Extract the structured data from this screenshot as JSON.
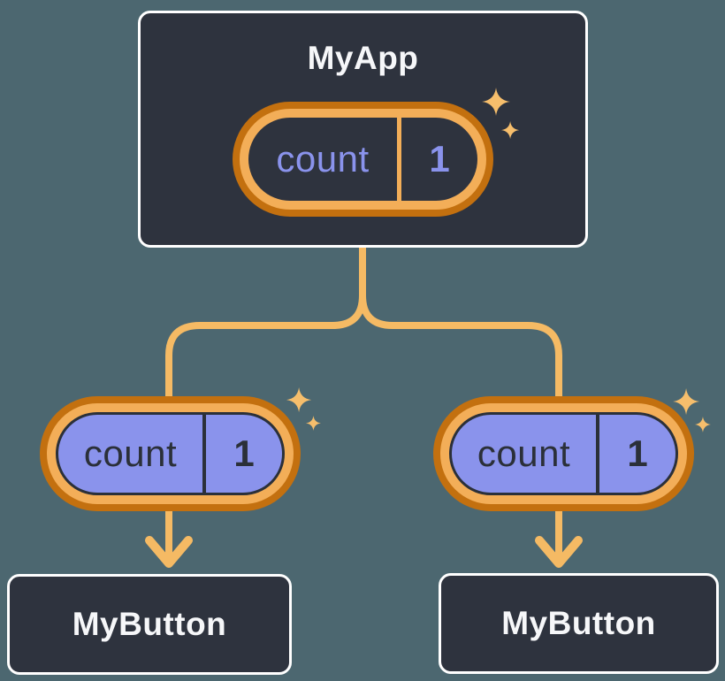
{
  "diagram": {
    "description": "Component tree diagram: parent component holds state and passes it to two children",
    "parent": {
      "title": "MyApp",
      "state": {
        "name": "count",
        "value": "1"
      }
    },
    "children": [
      {
        "title": "MyButton",
        "prop": {
          "name": "count",
          "value": "1"
        }
      },
      {
        "title": "MyButton",
        "prop": {
          "name": "count",
          "value": "1"
        }
      }
    ]
  },
  "icons": [
    {
      "name": "sparkle-icon",
      "glyph": "✦"
    }
  ],
  "colors": {
    "background": "#4C6770",
    "card_bg": "#2E333E",
    "card_border": "#FFFFFF",
    "ring_dark": "#C3700F",
    "ring_light": "#F3AE58",
    "periwinkle": "#8A93EC",
    "text_light": "#F6F7F9",
    "text_dark": "#2B3039",
    "connector": "#F5BA64",
    "sparkle": "#F6BE6C"
  }
}
